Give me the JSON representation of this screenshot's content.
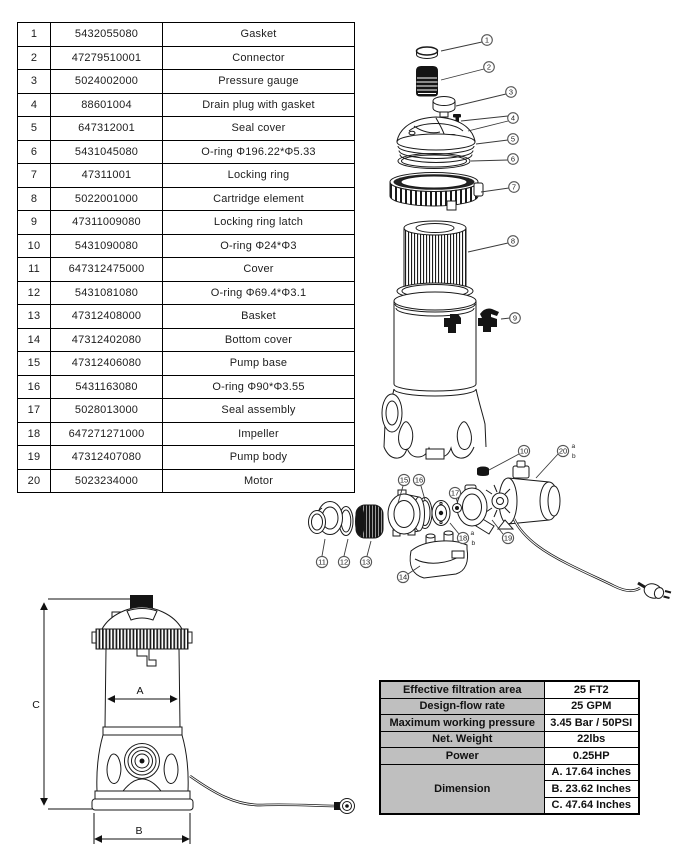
{
  "parts_table": {
    "rows": [
      [
        "1",
        "5432055080",
        "Gasket"
      ],
      [
        "2",
        "47279510001",
        "Connector"
      ],
      [
        "3",
        "5024002000",
        "Pressure gauge"
      ],
      [
        "4",
        "88601004",
        "Drain plug with gasket"
      ],
      [
        "5",
        "647312001",
        "Seal cover"
      ],
      [
        "6",
        "5431045080",
        "O-ring  Φ196.22*Φ5.33"
      ],
      [
        "7",
        "47311001",
        "Locking ring"
      ],
      [
        "8",
        "5022001000",
        "Cartridge element"
      ],
      [
        "9",
        "47311009080",
        "Locking ring latch"
      ],
      [
        "10",
        "5431090080",
        "O-ring  Φ24*Φ3"
      ],
      [
        "11",
        "647312475000",
        "Cover"
      ],
      [
        "12",
        "5431081080",
        "O-ring  Φ69.4*Φ3.1"
      ],
      [
        "13",
        "47312408000",
        "Basket"
      ],
      [
        "14",
        "47312402080",
        "Bottom cover"
      ],
      [
        "15",
        "47312406080",
        "Pump base"
      ],
      [
        "16",
        "5431163080",
        "O-ring  Φ90*Φ3.55"
      ],
      [
        "17",
        "5028013000",
        "Seal assembly"
      ],
      [
        "18",
        "647271271000",
        "Impeller"
      ],
      [
        "19",
        "47312407080",
        "Pump body"
      ],
      [
        "20",
        "5023234000",
        "Motor"
      ]
    ]
  },
  "spec_table": {
    "rows": [
      {
        "label": "Effective filtration area",
        "value": "25 FT2"
      },
      {
        "label": "Design-flow rate",
        "value": "25 GPM"
      },
      {
        "label": "Maximum working pressure",
        "value": "3.45 Bar / 50PSI"
      },
      {
        "label": "Net. Weight",
        "value": "22lbs"
      },
      {
        "label": "Power",
        "value": "0.25HP"
      },
      {
        "label": "Dimension",
        "values": [
          "A. 17.64 inches",
          "B. 23.62 Inches",
          "C. 47.64 Inches"
        ]
      }
    ]
  },
  "exploded_diagram": {
    "callout_labels": [
      "1",
      "2",
      "3",
      "4",
      "5",
      "6",
      "7",
      "8",
      "9",
      "10",
      "11",
      "12",
      "13",
      "14",
      "15",
      "16",
      "17",
      "18",
      "19",
      "20"
    ],
    "superscript_a": "a",
    "superscript_b": "b"
  },
  "dimension_drawing": {
    "labels": {
      "a": "A",
      "b": "B",
      "c": "C"
    }
  },
  "colors": {
    "spec_header_bg": "#bfbfbf",
    "diagram_line": "#1a1a1a",
    "table_border": "#000000"
  }
}
